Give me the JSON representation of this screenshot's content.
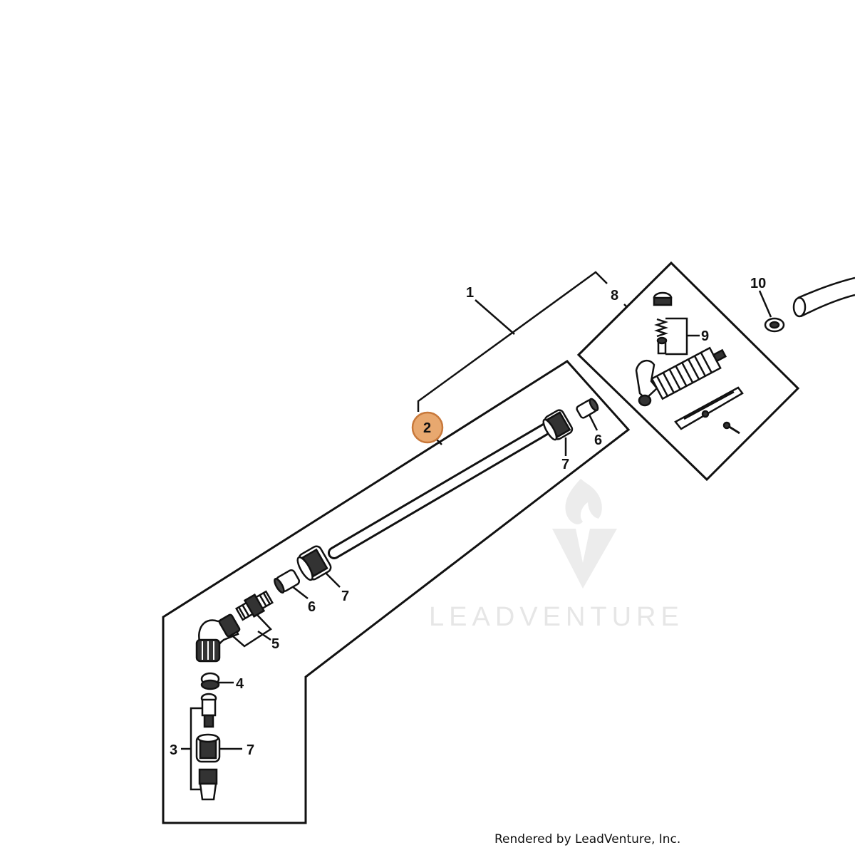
{
  "diagram": {
    "callouts": {
      "c1": "1",
      "c2": "2",
      "c3": "3",
      "c4": "4",
      "c5": "5",
      "c6a": "6",
      "c6b": "6",
      "c7a": "7",
      "c7b": "7",
      "c7c": "7",
      "c8": "8",
      "c9": "9",
      "c10": "10"
    },
    "highlighted_callout": "2",
    "highlight_color": "#e8a86f",
    "highlight_stroke": "#c8783a",
    "line_color": "#111111",
    "watermark": {
      "text": "LEADVENTURE",
      "color": "#e6e6e6",
      "icon": "flame-v-logo-icon"
    }
  },
  "footer": {
    "text": "Rendered by LeadVenture, Inc."
  }
}
